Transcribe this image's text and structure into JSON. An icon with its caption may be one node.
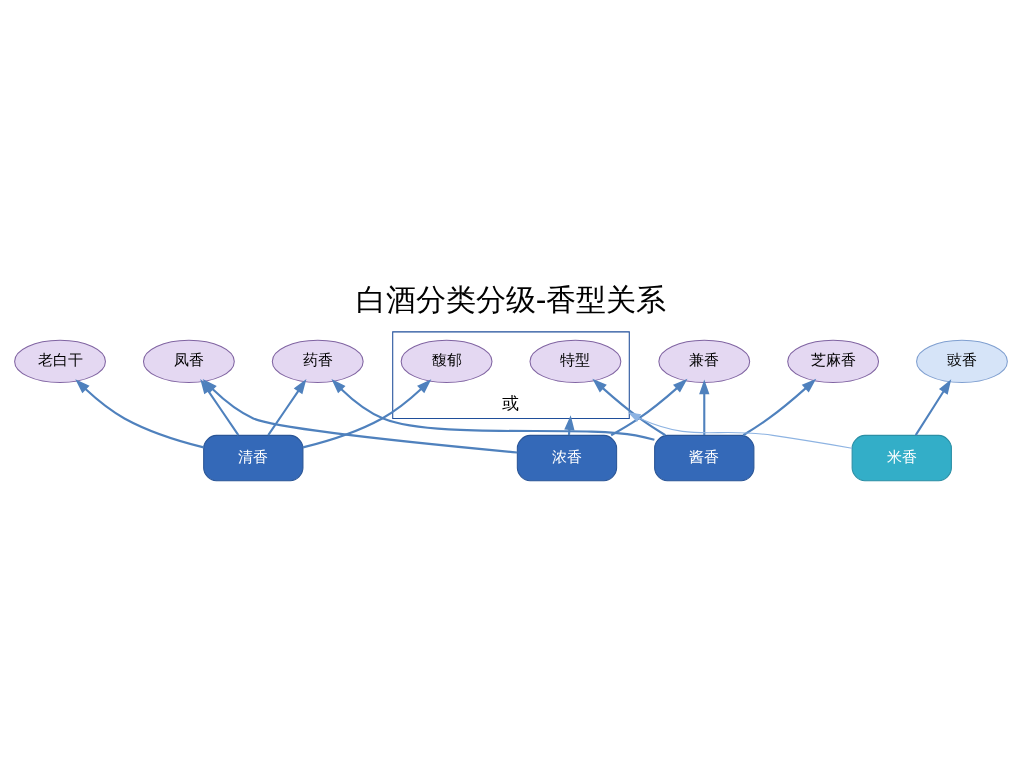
{
  "diagram": {
    "title": "白酒分类分级-香型关系",
    "nodes": [
      {
        "text": [
          "或"
        ]
      },
      {
        "text": [
          "特型"
        ],
        "in": 0
      },
      {
        "text": [
          "馥郁"
        ],
        "in": 0
      },
      {
        "text": [
          "兼香"
        ]
      },
      {
        "text": [
          "凤香"
        ]
      },
      {
        "text": [
          "老白干"
        ]
      },
      {
        "text": [
          "芝麻香"
        ]
      },
      {
        "text": [
          "酱香"
        ]
      },
      {
        "text": [
          "浓香"
        ]
      },
      {
        "text": [
          "清香"
        ]
      },
      {
        "text": [
          "米香"
        ]
      },
      {
        "text": [
          "豉香"
        ]
      },
      {
        "text": [
          "药香"
        ]
      }
    ],
    "edges": [
      {
        "from": 7,
        "to": 1,
        "arrow": "to"
      },
      {
        "from": 7,
        "to": 3,
        "arrow": "to"
      },
      {
        "from": 7,
        "to": 6,
        "arrow": "to"
      },
      {
        "from": 7,
        "to": 12,
        "arrow": "to"
      },
      {
        "from": 8,
        "to": 0,
        "arrow": "to"
      },
      {
        "from": 8,
        "to": 3,
        "arrow": "to"
      },
      {
        "from": 8,
        "to": 4,
        "arrow": "to"
      },
      {
        "from": 9,
        "to": 2,
        "arrow": "to"
      },
      {
        "from": 9,
        "to": 4,
        "arrow": "to"
      },
      {
        "from": 9,
        "to": 5,
        "arrow": "to"
      },
      {
        "from": 9,
        "to": 12,
        "arrow": "to"
      },
      {
        "from": 10,
        "to": 0,
        "arrow": "to",
        "color": "#8db3e2"
      },
      {
        "from": 10,
        "to": 11,
        "arrow": "to"
      }
    ]
  }
}
